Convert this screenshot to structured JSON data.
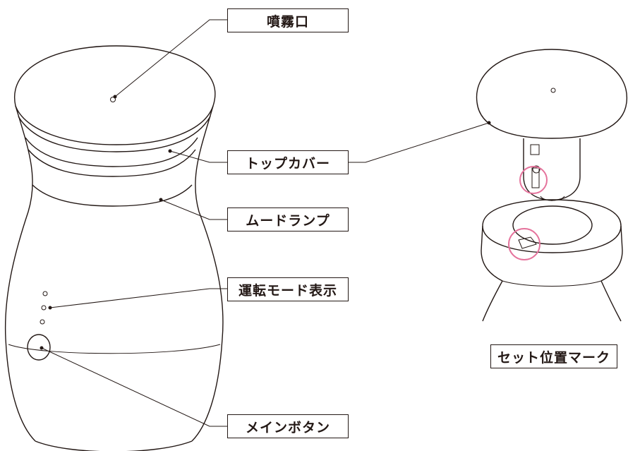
{
  "callouts": {
    "spray_outlet": "噴霧口",
    "top_cover": "トップカバー",
    "mood_lamp": "ムードランプ",
    "mode_indicator": "運転モード表示",
    "main_button": "メインボタン",
    "set_position_mark": "セット位置マーク"
  },
  "colors": {
    "line": "#231815",
    "highlight_circle": "#e5739c"
  }
}
